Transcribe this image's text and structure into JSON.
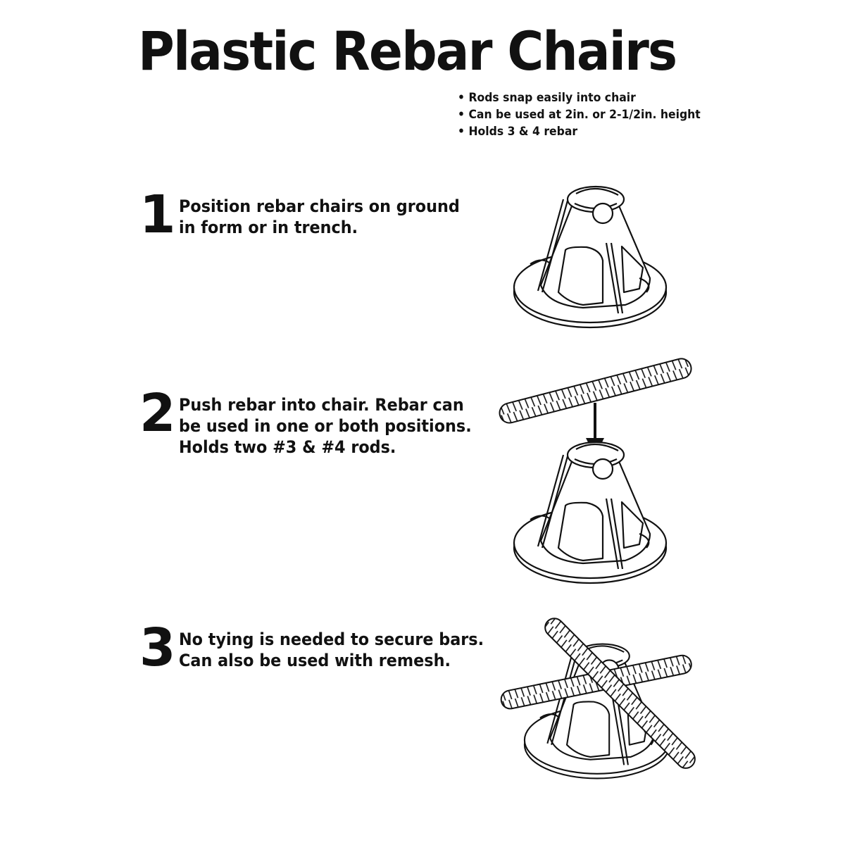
{
  "title": "Plastic Rebar Chairs",
  "features": [
    "• Rods snap easily into chair",
    "• Can be used at 2in. or 2-1/2in. height",
    "• Holds 3 & 4 rebar"
  ],
  "steps": [
    {
      "number": "1",
      "lines": [
        "Position rebar chairs on ground",
        "in form or in trench."
      ]
    },
    {
      "number": "2",
      "lines": [
        "Push rebar into chair. Rebar can",
        "be used in one or both positions.",
        "Holds two #3 & #4 rods."
      ]
    },
    {
      "number": "3",
      "lines": [
        "No tying is needed to secure bars.",
        "Can also be used with remesh."
      ]
    }
  ],
  "colors": {
    "ink": "#111111",
    "background": "#ffffff"
  }
}
